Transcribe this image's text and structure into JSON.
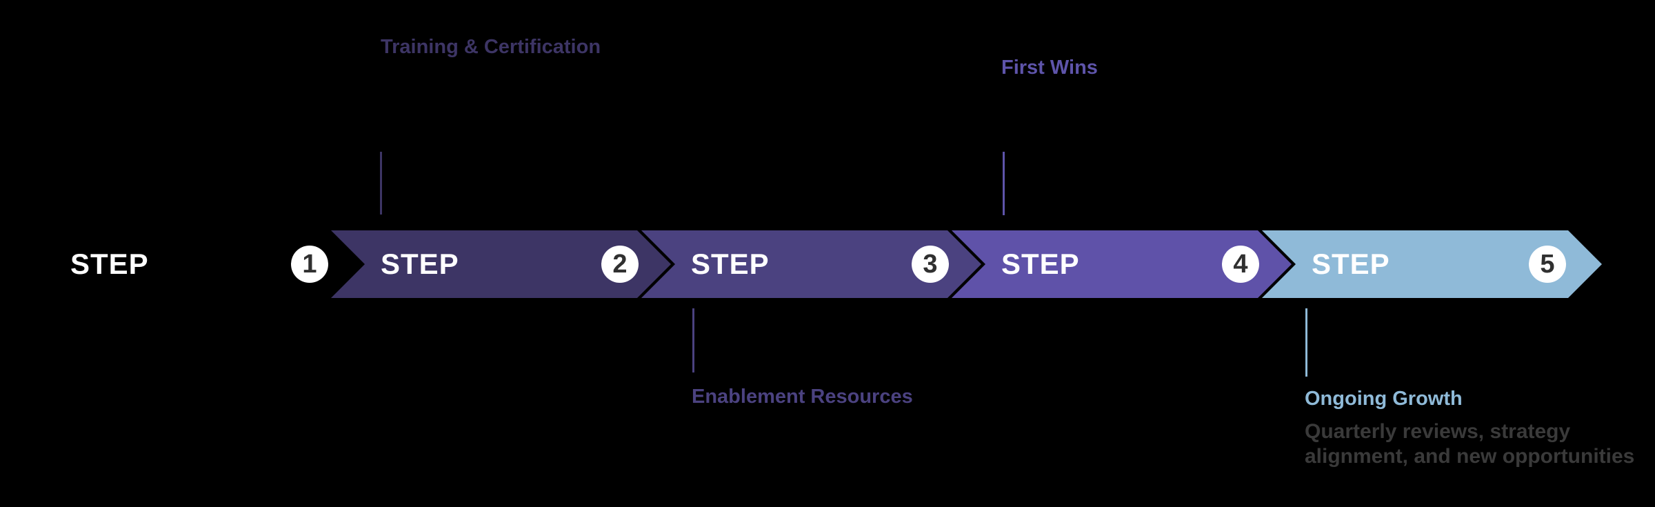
{
  "diagram": {
    "background_color": "#000000",
    "badge_fill": "#ffffff",
    "badge_number_color": "#303030",
    "step_text_color": "#ffffff",
    "steps": [
      {
        "label": "STEP",
        "number": "1",
        "color": "#000000"
      },
      {
        "label": "STEP",
        "number": "2",
        "color": "#3d3565"
      },
      {
        "label": "STEP",
        "number": "3",
        "color": "#4b4280"
      },
      {
        "label": "STEP",
        "number": "4",
        "color": "#5f52a9"
      },
      {
        "label": "STEP",
        "number": "5",
        "color": "#8fbad8"
      }
    ],
    "callouts": [
      {
        "title": "Training & Certification",
        "color": "#3d3565",
        "side": "top",
        "attached_to_step": "2"
      },
      {
        "title": "Enablement Resources",
        "color": "#4b4280",
        "side": "bottom",
        "attached_to_step": "3"
      },
      {
        "title": "First Wins",
        "color": "#5e54aa",
        "side": "top",
        "attached_to_step": "4"
      },
      {
        "title": "Ongoing Growth",
        "color": "#8fbad8",
        "side": "bottom",
        "attached_to_step": "5",
        "description_color": "#3a3a3a",
        "description_lines": [
          "Quarterly reviews, strategy",
          "alignment, and new opportunities"
        ]
      }
    ]
  }
}
